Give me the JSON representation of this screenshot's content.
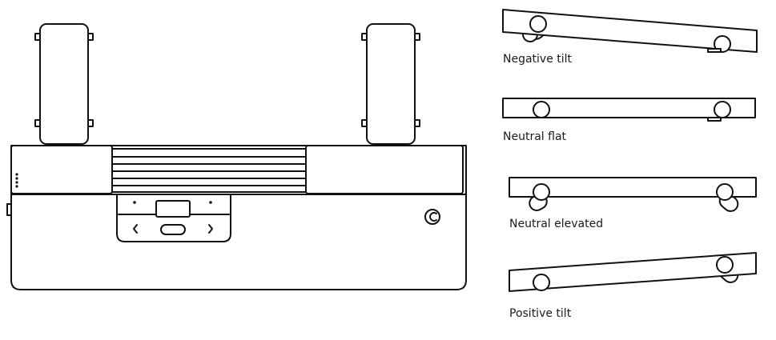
{
  "tilt_positions": [
    {
      "label": "Negative tilt"
    },
    {
      "label": "Neutral flat"
    },
    {
      "label": "Neutral elevated"
    },
    {
      "label": "Positive tilt"
    }
  ],
  "device": {
    "nav_left_glyph": "‹",
    "nav_right_glyph": "›",
    "brand_icon": "contour-c-logo-icon",
    "led_icon": "indicator-dots-icon",
    "stroke_color": "#111111",
    "background_color": "#ffffff"
  }
}
